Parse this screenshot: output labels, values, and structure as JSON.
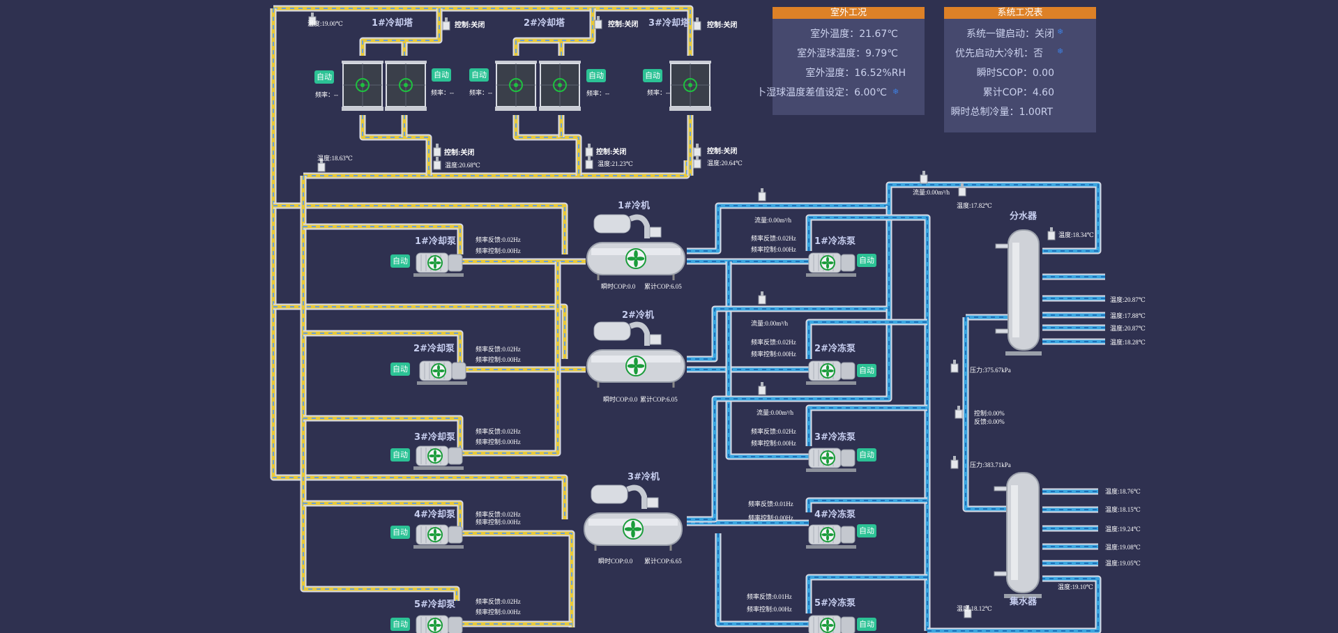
{
  "outdoor_panel": {
    "title": "室外工况",
    "rows": [
      {
        "label": "室外温度：",
        "value": "21.67℃"
      },
      {
        "label": "室外湿球温度：",
        "value": "9.79℃"
      },
      {
        "label": "室外湿度：",
        "value": "16.52%RH"
      },
      {
        "label": "卜湿球温度差值设定：",
        "value": "6.00℃"
      }
    ]
  },
  "system_panel": {
    "title": "系统工况表",
    "rows": [
      {
        "label": "系统一键启动：",
        "value": "关闭"
      },
      {
        "label": "优先启动大冷机：",
        "value": "否"
      },
      {
        "label": "瞬时SCOP：",
        "value": "0.00"
      },
      {
        "label": "累计COP：",
        "value": "4.60"
      },
      {
        "label": "瞬时总制冷量：",
        "value": "1.00RT"
      }
    ]
  },
  "common": {
    "auto_label": "自动"
  },
  "towers": [
    {
      "title": "1#冷却塔",
      "freq_a": "频率：--",
      "freq_b": "频率：--",
      "ctrl_top": "控制:关闭",
      "ctrl_bottom": "控制:关闭",
      "temp_bottom": "温度:20.68℃"
    },
    {
      "title": "2#冷却塔",
      "freq_a": "频率：--",
      "freq_b": "频率：--",
      "ctrl_top": "控制:关闭",
      "ctrl_bottom": "控制:关闭",
      "temp_bottom": "温度:21.23℃"
    },
    {
      "title": "3#冷却塔",
      "freq_a": "频率：--",
      "ctrl_top": "控制:关闭",
      "ctrl_bottom": "控制:关闭",
      "temp_bottom": "温度:20.64℃"
    }
  ],
  "tower_supply_temp": "温度:19.00℃",
  "tower_return_temp": "温度:18.63℃",
  "chillers": [
    {
      "title": "1#冷机",
      "inst_cop": "瞬时COP:0.0",
      "cum_cop": "累计COP:6.05"
    },
    {
      "title": "2#冷机",
      "inst_cop": "瞬时COP:0.0",
      "cum_cop": "累计COP:6.05"
    },
    {
      "title": "3#冷机",
      "inst_cop": "瞬时COP:0.0",
      "cum_cop": "累计COP:6.65"
    }
  ],
  "cooling_pumps": [
    {
      "title": "1#冷却泵",
      "freq_fb": "频率反馈:0.02Hz",
      "freq_ctrl": "频率控制:0.00Hz"
    },
    {
      "title": "2#冷却泵",
      "freq_fb": "频率反馈:0.02Hz",
      "freq_ctrl": "频率控制:0.00Hz"
    },
    {
      "title": "3#冷却泵",
      "freq_fb": "频率反馈:0.02Hz",
      "freq_ctrl": "频率控制:0.00Hz"
    },
    {
      "title": "4#冷却泵",
      "freq_fb": "频率反馈:0.02Hz",
      "freq_ctrl": "频率控制:0.00Hz"
    },
    {
      "title": "5#冷却泵",
      "freq_fb": "频率反馈:0.02Hz",
      "freq_ctrl": "频率控制:0.00Hz"
    }
  ],
  "chilled_pumps": [
    {
      "title": "1#冷冻泵",
      "freq_fb": "频率反馈:0.02Hz",
      "freq_ctrl": "频率控制:0.00Hz"
    },
    {
      "title": "2#冷冻泵",
      "freq_fb": "频率反馈:0.02Hz",
      "freq_ctrl": "频率控制:0.00Hz"
    },
    {
      "title": "3#冷冻泵",
      "freq_fb": "频率反馈:0.02Hz",
      "freq_ctrl": "频率控制:0.00Hz"
    },
    {
      "title": "4#冷冻泵",
      "freq_fb": "频率反馈:0.01Hz",
      "freq_ctrl": "频率控制:0.00Hz"
    },
    {
      "title": "5#冷冻泵",
      "freq_fb": "频率反馈:0.01Hz",
      "freq_ctrl": "频率控制:0.00Hz"
    }
  ],
  "chilled_flows": [
    "流量:0.00m³/h",
    "流量:0.00m³/h",
    "流量:0.00m³/h"
  ],
  "main_flow": "流量:0.00m³/h",
  "main_supply_temp": "温度:17.82℃",
  "distributor": {
    "title": "分水器",
    "temp_top": "温度:18.34℃",
    "branch_temps": [
      "温度:20.87℃",
      "温度:17.88℃",
      "温度:20.87℃",
      "温度:18.28℃"
    ]
  },
  "bypass": {
    "pressure_top": "压力:375.67kPa",
    "control": "控制:0.00%",
    "feedback": "反馈:0.00%",
    "pressure_bottom": "压力:383.71kPa"
  },
  "collector": {
    "title": "集水器",
    "branch_temps": [
      "温度:18.76℃",
      "温度:18.15℃",
      "温度:19.24℃",
      "温度:19.08℃",
      "温度:19.05℃"
    ],
    "temp_side": "温度:19.10℃",
    "temp_bottom": "温度:18.12℃"
  },
  "colors": {
    "background": "#2f3150",
    "cooling_water_pipe": "#e8c93a",
    "chilled_water_pipe": "#3aa6e0",
    "auto_badge": "#2cc295",
    "panel_header": "#dd8127"
  }
}
